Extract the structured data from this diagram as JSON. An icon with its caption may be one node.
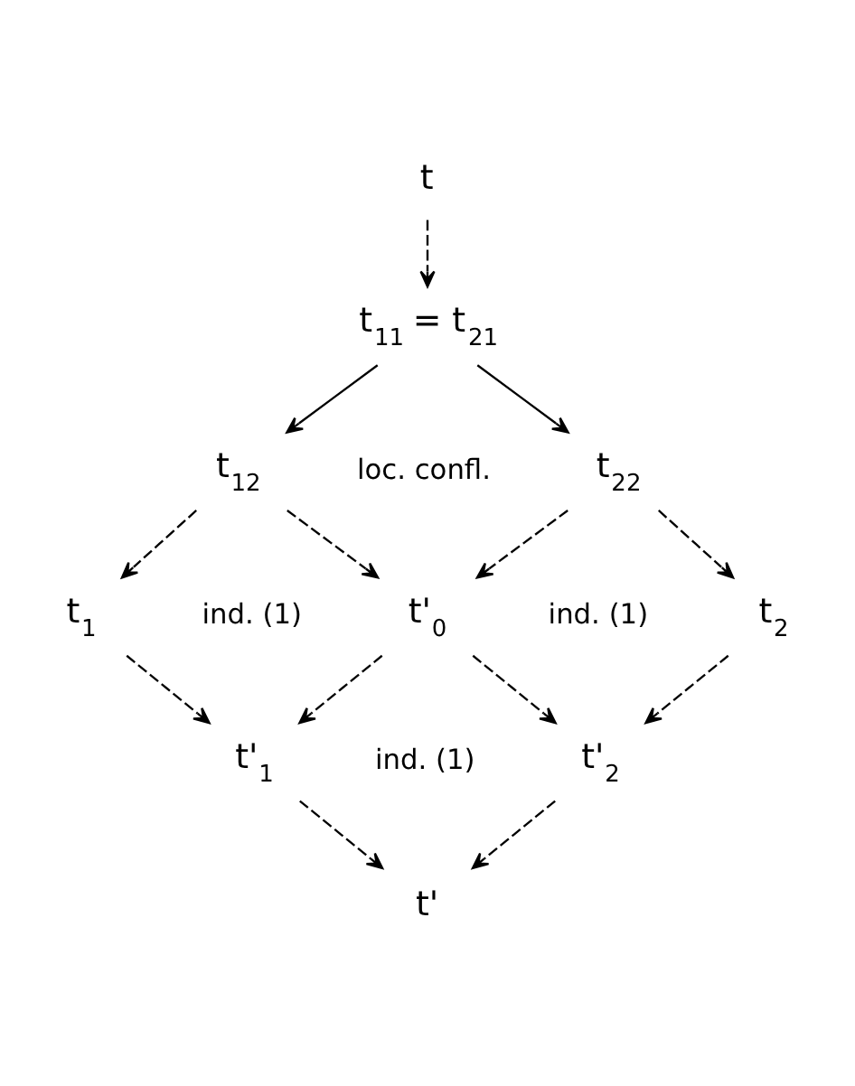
{
  "diagram": {
    "nodes": [
      {
        "text": [
          "t"
        ]
      },
      {
        "text": [
          "t$_{11}$ = t$_{21}$"
        ]
      },
      {
        "text": [
          "t$_{12}$"
        ]
      },
      {
        "text": [
          "t$_{22}$"
        ]
      },
      {
        "text": [
          "t'$_{0}$"
        ]
      },
      {
        "text": [
          "t$_{1}$"
        ]
      },
      {
        "text": [
          "t$_{2}$"
        ]
      },
      {
        "text": [
          "t'$_{1}$"
        ]
      },
      {
        "text": [
          "t'$_{2}$"
        ]
      },
      {
        "text": [
          "t'"
        ]
      }
    ],
    "edges": [
      {
        "from": 0,
        "to": 1,
        "arrow": "to",
        "style": "dashed"
      },
      {
        "from": 1,
        "to": 2,
        "arrow": "to"
      },
      {
        "from": 1,
        "to": 3,
        "arrow": "to"
      },
      {
        "from": 2,
        "to": 5,
        "arrow": "to",
        "style": "dashed"
      },
      {
        "from": 2,
        "to": 4,
        "arrow": "to",
        "style": "dashed"
      },
      {
        "from": 3,
        "to": 4,
        "arrow": "to",
        "style": "dashed"
      },
      {
        "from": 3,
        "to": 6,
        "arrow": "to",
        "style": "dashed"
      },
      {
        "from": 5,
        "to": 7,
        "arrow": "to",
        "style": "dashed"
      },
      {
        "from": 4,
        "to": 7,
        "arrow": "to",
        "style": "dashed"
      },
      {
        "from": 4,
        "to": 8,
        "arrow": "to",
        "style": "dashed"
      },
      {
        "from": 6,
        "to": 8,
        "arrow": "to",
        "style": "dashed"
      },
      {
        "from": 7,
        "to": 9,
        "arrow": "to",
        "style": "dashed"
      },
      {
        "from": 8,
        "to": 9,
        "arrow": "to",
        "style": "dashed"
      }
    ],
    "labels": [
      "loc. confl.",
      "ind. (1)",
      "ind. (1)",
      "ind. (1)"
    ]
  }
}
